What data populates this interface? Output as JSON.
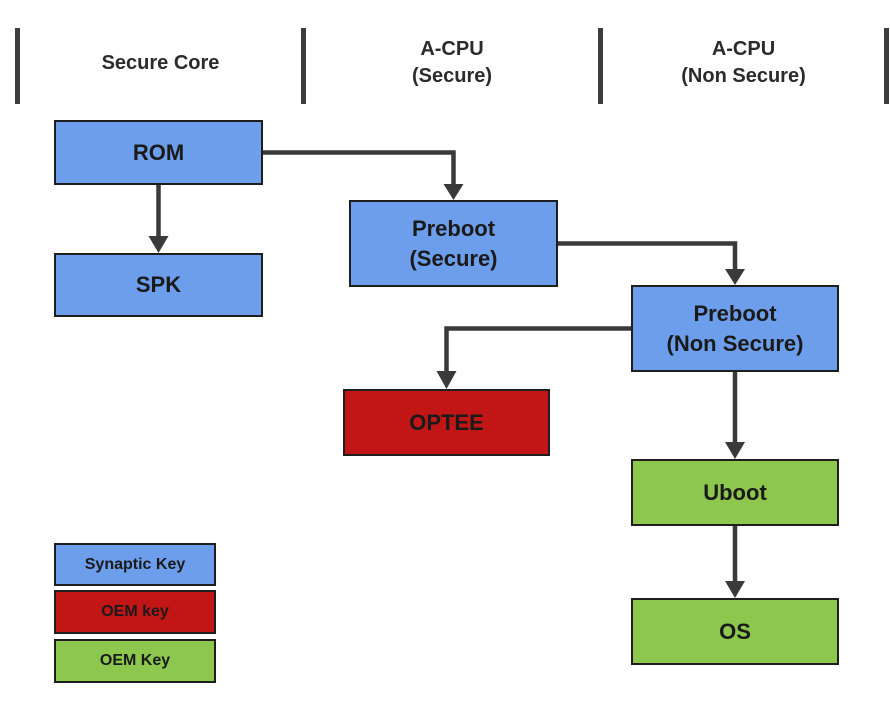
{
  "diagram": {
    "columns": [
      {
        "title_lines": [
          "Secure Core"
        ]
      },
      {
        "title_lines": [
          "A-CPU",
          "(Secure)"
        ]
      },
      {
        "title_lines": [
          "A-CPU",
          "(Non Secure)"
        ]
      }
    ],
    "nodes": {
      "rom": {
        "label": "ROM",
        "key_type": "Synaptic Key"
      },
      "spk": {
        "label": "SPK",
        "key_type": "Synaptic Key"
      },
      "preboot_secure": {
        "line1": "Preboot",
        "line2": "(Secure)",
        "key_type": "Synaptic Key"
      },
      "preboot_non_secure": {
        "line1": "Preboot",
        "line2": "(Non Secure)",
        "key_type": "Synaptic Key"
      },
      "optee": {
        "label": "OPTEE",
        "key_type": "OEM key"
      },
      "uboot": {
        "label": "Uboot",
        "key_type": "OEM Key"
      },
      "os": {
        "label": "OS",
        "key_type": "OEM Key"
      }
    },
    "edges": [
      {
        "from": "ROM",
        "to": "SPK"
      },
      {
        "from": "ROM",
        "to": "Preboot (Secure)"
      },
      {
        "from": "Preboot (Secure)",
        "to": "Preboot (Non Secure)"
      },
      {
        "from": "Preboot (Non Secure)",
        "to": "OPTEE"
      },
      {
        "from": "Preboot (Non Secure)",
        "to": "Uboot"
      },
      {
        "from": "Uboot",
        "to": "OS"
      }
    ],
    "legend": [
      {
        "label": "Synaptic Key",
        "color": "#6d9eeb"
      },
      {
        "label": "OEM key",
        "color": "#c21616"
      },
      {
        "label": "OEM Key",
        "color": "#8dc74d"
      }
    ],
    "colors": {
      "synaptic_blue": "#6d9eeb",
      "oem_red": "#c21616",
      "oem_green": "#8dc74d",
      "connector": "#3a3a3a",
      "node_border": "#1e1e1e",
      "text": "#1f1f1f"
    }
  }
}
